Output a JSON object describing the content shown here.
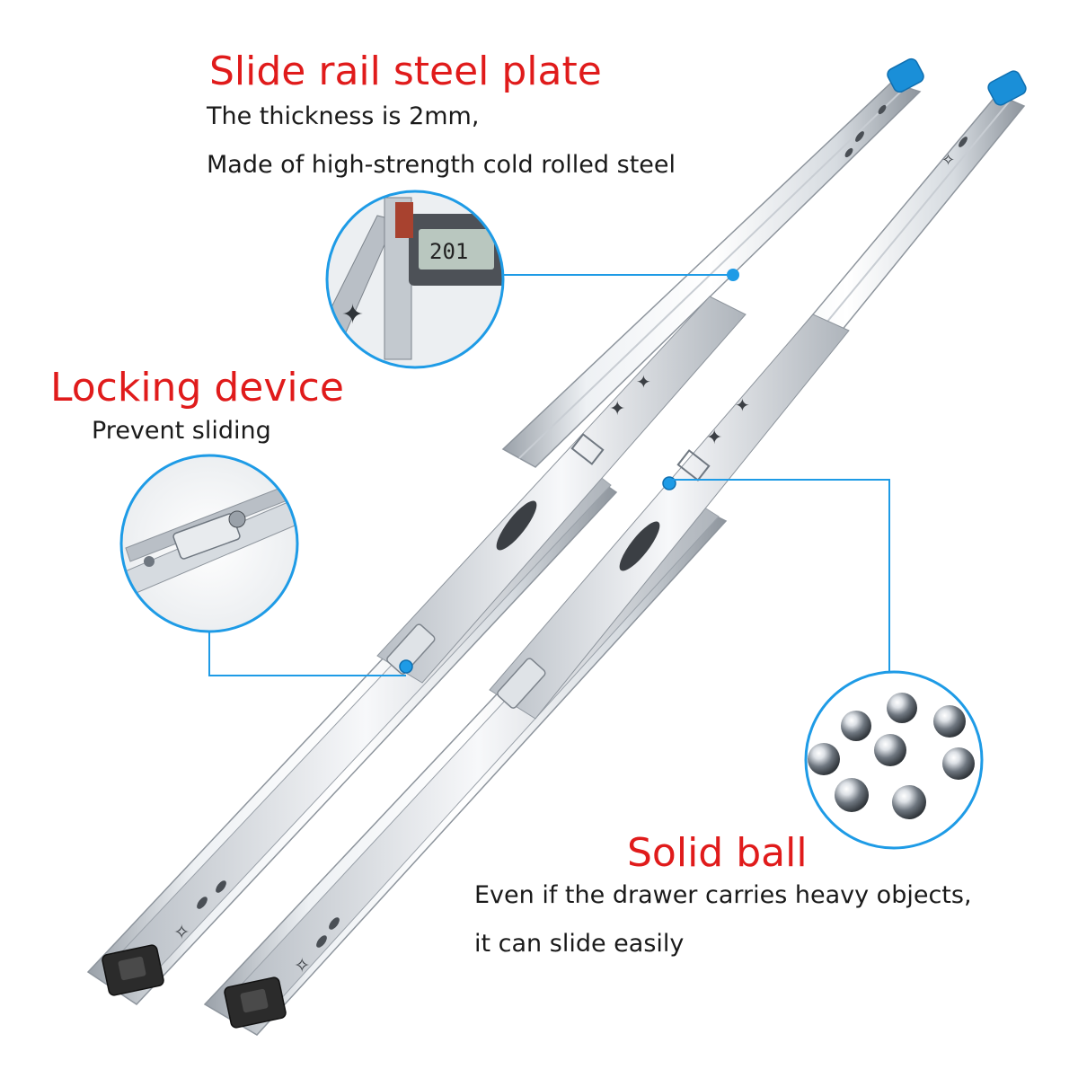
{
  "colors": {
    "heading": "#e01b1b",
    "text": "#1a1a1a",
    "callout": "#1e9be6",
    "steel_light": "#f2f4f6",
    "steel_mid": "#c8cdd3",
    "steel_dark": "#8e959d",
    "end_cap": "#2b2b2b",
    "plug": "#1a8fd8"
  },
  "callouts": {
    "slide_rail": {
      "title": "Slide rail steel plate",
      "line1": "The thickness is 2mm,",
      "line2": "Made of high-strength cold rolled steel",
      "caliper_reading": "201"
    },
    "locking": {
      "title": "Locking device",
      "line1": "Prevent sliding"
    },
    "ball": {
      "title": "Solid ball",
      "line1": "Even if the drawer carries heavy objects,",
      "line2": "it can slide easily",
      "ball_count": 8
    }
  }
}
